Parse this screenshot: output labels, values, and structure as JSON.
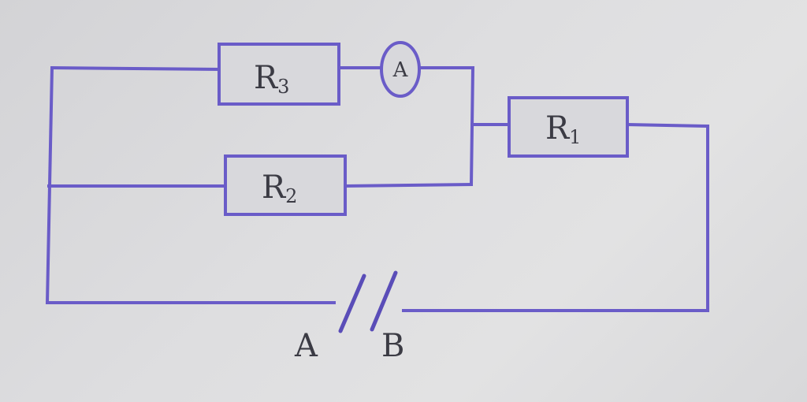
{
  "colors": {
    "wire": "#6a5cc8",
    "label": "#3b3b44",
    "background": "#d9d9dc"
  },
  "resistors": {
    "r3": {
      "letter": "R",
      "sub": "3"
    },
    "r2": {
      "letter": "R",
      "sub": "2"
    },
    "r1": {
      "letter": "R",
      "sub": "1"
    }
  },
  "ammeter": {
    "label": "A"
  },
  "terminals": {
    "a": "A",
    "b": "B"
  }
}
